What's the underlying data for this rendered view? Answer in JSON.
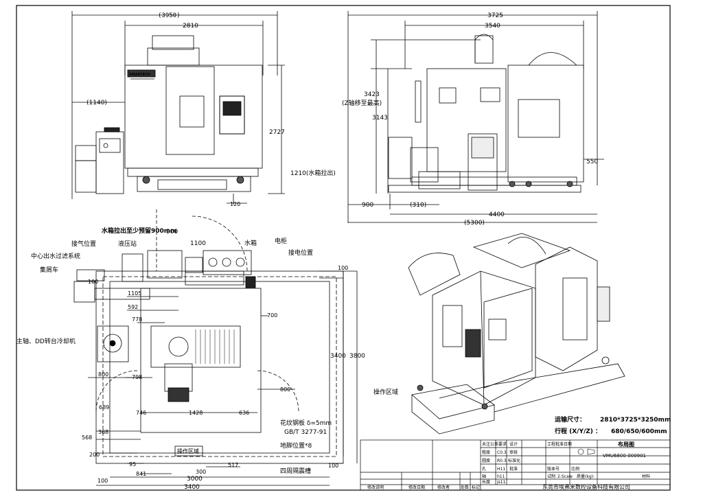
{
  "front_view": {
    "dim_total_width": "(3950)",
    "dim_machine_width": "2810",
    "dim_left_offset": "(1140)",
    "dim_height": "2727",
    "dim_bottom": "120",
    "brand_logo": "SMARTECH"
  },
  "side_view": {
    "dim_total": "3725",
    "dim_body": "3540",
    "dim_z_max": "3423",
    "dim_z_max_note": "(Z轴移至最高)",
    "dim_height": "3143",
    "dim_tank": "1210(水箱拉出)",
    "dim_right": "550",
    "dim_900": "900",
    "dim_310": "(310)",
    "dim_4400": "4400",
    "dim_5300": "(5300)"
  },
  "plan_view": {
    "note_tank": "水箱拉出至少预留900mm",
    "dim_900": "900",
    "dim_1100": "1100",
    "labels": {
      "air_inlet": "接气位置",
      "hydraulic": "液压站",
      "coolant_filter": "中心出水过滤系统",
      "chip_cart": "集屑车",
      "water_tank": "水箱",
      "cabinet": "电柜",
      "power": "接电位置",
      "chiller": "主轴、DD转台冷却机",
      "plate_1": "花纹钢板  δ=5mm",
      "plate_2": "GB/T 3277-91",
      "foot": "地脚位置*8",
      "trench": "四周隔震槽",
      "operation": "操作区域"
    },
    "dims": {
      "d100_tr": "100",
      "d1105": "1105",
      "d592": "592",
      "d778": "778",
      "d700": "700",
      "d3400_v": "3400",
      "d3800_v": "3800",
      "d800_l": "800",
      "d798": "798",
      "d800_r": "800",
      "d689": "689",
      "d746": "746",
      "d1428": "1428",
      "d636": "636",
      "d368": "368",
      "d568": "568",
      "d200": "200",
      "d95": "95",
      "d841": "841",
      "d300": "300",
      "d517": "517",
      "d3000": "3000",
      "d3400_h": "3400",
      "d100_bl": "100",
      "d100_br": "100",
      "d100_l": "100"
    }
  },
  "iso_view": {
    "operation_area": "操作区域",
    "shipping_label": "运输尺寸：",
    "shipping_value": "2810*3725*3250mm",
    "travel_label": "行程 (X/Y/Z) ：",
    "travel_value": "680/650/600mm"
  },
  "title_block": {
    "drawing_title": "布局图",
    "drawing_number": "VMU6800-000901",
    "company": "东莞市埃弗米数控设备科技有限公司",
    "col_unspec": "未注公差要求",
    "roughness1_label": "粗度",
    "roughness1_value": "C0.3",
    "roughness2_label": "圆度",
    "roughness2_value": "R0.3",
    "hole_label": "孔",
    "hole_value": "H11",
    "shaft_label": "轴",
    "shaft_value": "h11",
    "length_label": "长度",
    "length_value": "js11",
    "design": "设计",
    "review": "审核",
    "standard": "标准化",
    "approve": "批准",
    "eng_date": "工程批准日期",
    "version": "版本号",
    "scale": "比例",
    "trial": "试制",
    "scale_value": "2:Scale",
    "weight": "质量(kg):",
    "material": "材料",
    "rev_note": "修改说明",
    "rev_date": "修改日期",
    "rev_by": "修改者",
    "rev_count": "处数",
    "rev_mark": "标记"
  }
}
